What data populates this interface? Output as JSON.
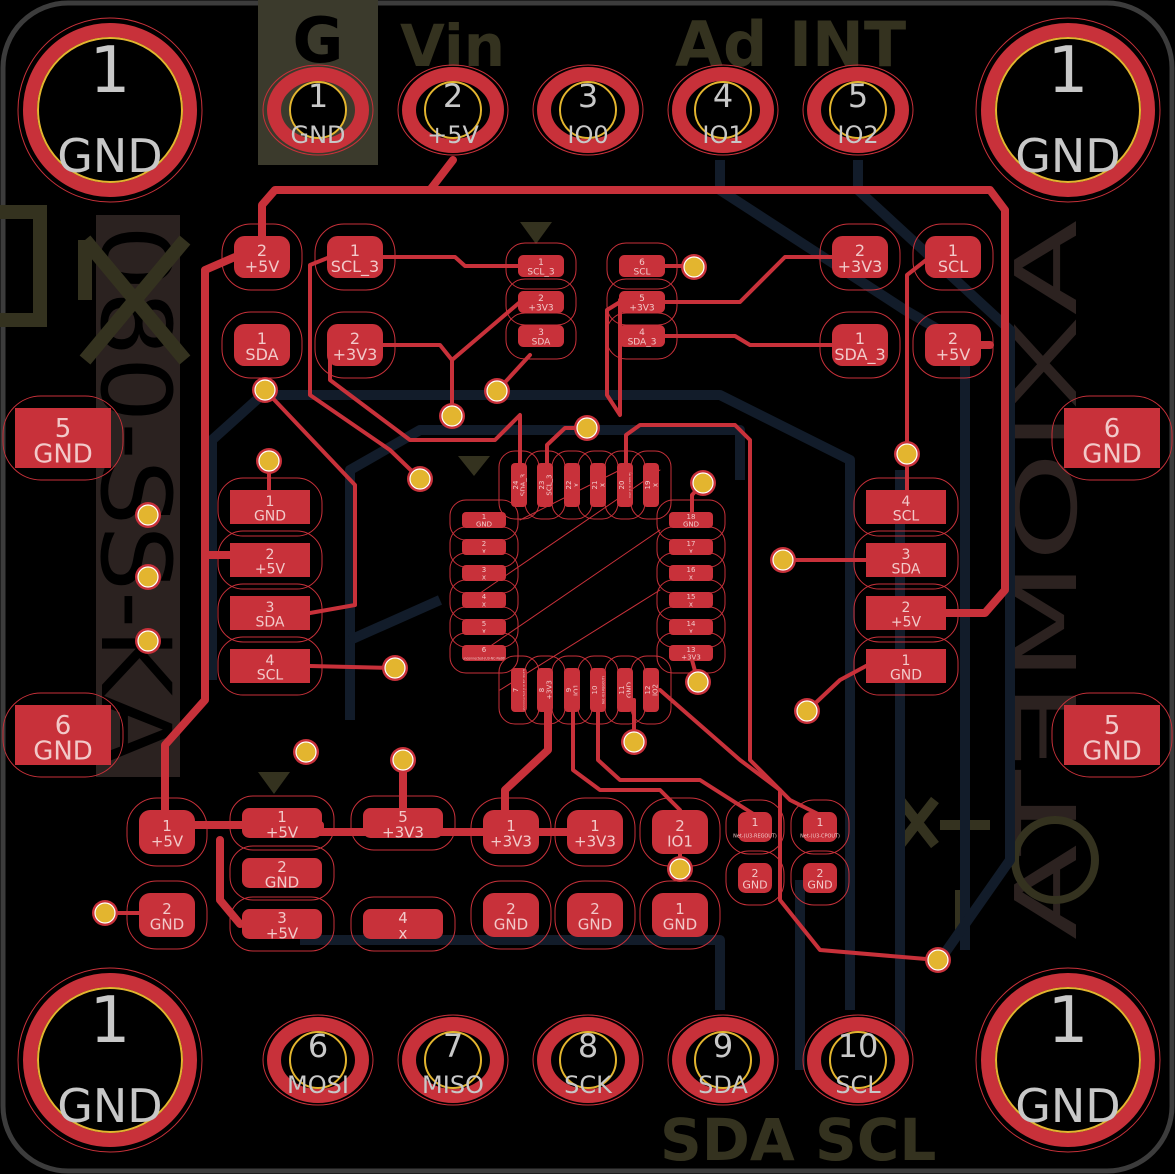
{
  "silkscreen": {
    "g": "G",
    "vin": "Vin",
    "ad_int": "Ad INT",
    "sda_scl": "SDA SCL",
    "left_part": "080-SS-KA",
    "brand": "AXIOMETA"
  },
  "mounting_holes": [
    {
      "num": "1",
      "net": "GND"
    },
    {
      "num": "1",
      "net": "GND"
    },
    {
      "num": "1",
      "net": "GND"
    },
    {
      "num": "1",
      "net": "GND"
    }
  ],
  "header_top": [
    {
      "num": "1",
      "net": "GND"
    },
    {
      "num": "2",
      "net": "+5V"
    },
    {
      "num": "3",
      "net": "IO0"
    },
    {
      "num": "4",
      "net": "IO1"
    },
    {
      "num": "5",
      "net": "IO2"
    }
  ],
  "header_bottom": [
    {
      "num": "6",
      "net": "MOSI"
    },
    {
      "num": "7",
      "net": "MISO"
    },
    {
      "num": "8",
      "net": "SCK"
    },
    {
      "num": "9",
      "net": "SDA"
    },
    {
      "num": "10",
      "net": "SCL"
    }
  ],
  "side_pads": [
    {
      "num": "5",
      "net": "GND"
    },
    {
      "num": "6",
      "net": "GND"
    },
    {
      "num": "6",
      "net": "GND"
    },
    {
      "num": "5",
      "net": "GND"
    }
  ],
  "top_left_pads": [
    {
      "num": "2",
      "net": "+5V"
    },
    {
      "num": "1",
      "net": "SCL_3"
    },
    {
      "num": "1",
      "net": "SDA"
    },
    {
      "num": "2",
      "net": "+3V3"
    }
  ],
  "top_right_pads": [
    {
      "num": "2",
      "net": "+3V3"
    },
    {
      "num": "1",
      "net": "SCL"
    },
    {
      "num": "1",
      "net": "SDA_3"
    },
    {
      "num": "2",
      "net": "+5V"
    }
  ],
  "level_shifter": [
    {
      "num": "1",
      "net": "SCL_3"
    },
    {
      "num": "2",
      "net": "+3V3"
    },
    {
      "num": "3",
      "net": "SDA"
    },
    {
      "num": "6",
      "net": "SCL"
    },
    {
      "num": "5",
      "net": "+3V3"
    },
    {
      "num": "4",
      "net": "SDA_3"
    }
  ],
  "left_connector": [
    {
      "num": "1",
      "net": "GND"
    },
    {
      "num": "2",
      "net": "+5V"
    },
    {
      "num": "3",
      "net": "SDA"
    },
    {
      "num": "4",
      "net": "SCL"
    }
  ],
  "right_connector": [
    {
      "num": "4",
      "net": "SCL"
    },
    {
      "num": "3",
      "net": "SDA"
    },
    {
      "num": "2",
      "net": "+5V"
    },
    {
      "num": "1",
      "net": "GND"
    }
  ],
  "qfn": {
    "left": [
      {
        "num": "1",
        "net": "GND"
      },
      {
        "num": "2",
        "net": "x"
      },
      {
        "num": "3",
        "net": "x"
      },
      {
        "num": "4",
        "net": "x"
      },
      {
        "num": "5",
        "net": "x"
      },
      {
        "num": "6",
        "net": "unconnected-(U3-NC-Pad6)"
      }
    ],
    "bottom": [
      {
        "num": "7",
        "net": "unconnected-(U3-NC-Pad7)"
      },
      {
        "num": "8",
        "net": "+3V3"
      },
      {
        "num": "9",
        "net": "IO1"
      },
      {
        "num": "10",
        "net": "Net-(U3-REGOUT)"
      },
      {
        "num": "11",
        "net": "GND"
      },
      {
        "num": "12",
        "net": "IO2"
      }
    ],
    "right": [
      {
        "num": "18",
        "net": "GND"
      },
      {
        "num": "17",
        "net": "x"
      },
      {
        "num": "16",
        "net": "x"
      },
      {
        "num": "15",
        "net": "x"
      },
      {
        "num": "14",
        "net": "x"
      },
      {
        "num": "13",
        "net": "+3V3"
      }
    ],
    "top": [
      {
        "num": "24",
        "net": "SDA_3"
      },
      {
        "num": "23",
        "net": "SCL_3"
      },
      {
        "num": "22",
        "net": "x"
      },
      {
        "num": "21",
        "net": "x"
      },
      {
        "num": "20",
        "net": "Net-(U3-CPOUT)"
      },
      {
        "num": "19",
        "net": "x"
      }
    ]
  },
  "bottom_pads": [
    {
      "num": "1",
      "net": "+5V"
    },
    {
      "num": "2",
      "net": "GND"
    },
    {
      "num": "1",
      "net": "+5V"
    },
    {
      "num": "2",
      "net": "GND"
    },
    {
      "num": "3",
      "net": "+5V"
    },
    {
      "num": "5",
      "net": "+3V3"
    },
    {
      "num": "4",
      "net": "x"
    },
    {
      "num": "1",
      "net": "+3V3"
    },
    {
      "num": "1",
      "net": "+3V3"
    },
    {
      "num": "2",
      "net": "IO1"
    },
    {
      "num": "2",
      "net": "GND"
    },
    {
      "num": "2",
      "net": "GND"
    },
    {
      "num": "1",
      "net": "GND"
    }
  ],
  "cap_pads": [
    {
      "num": "1",
      "net": "Net-(U3-REGOUT)"
    },
    {
      "num": "2",
      "net": "GND"
    },
    {
      "num": "1",
      "net": "Net-(U3-CPOUT)"
    },
    {
      "num": "2",
      "net": "GND"
    }
  ],
  "colors": {
    "board": "#000000",
    "copper_top": "#c8313a",
    "copper_bottom": "#121c2a",
    "via": "#e3b52f",
    "silkscreen": "#34321f",
    "edge": "#3c3c3c"
  }
}
